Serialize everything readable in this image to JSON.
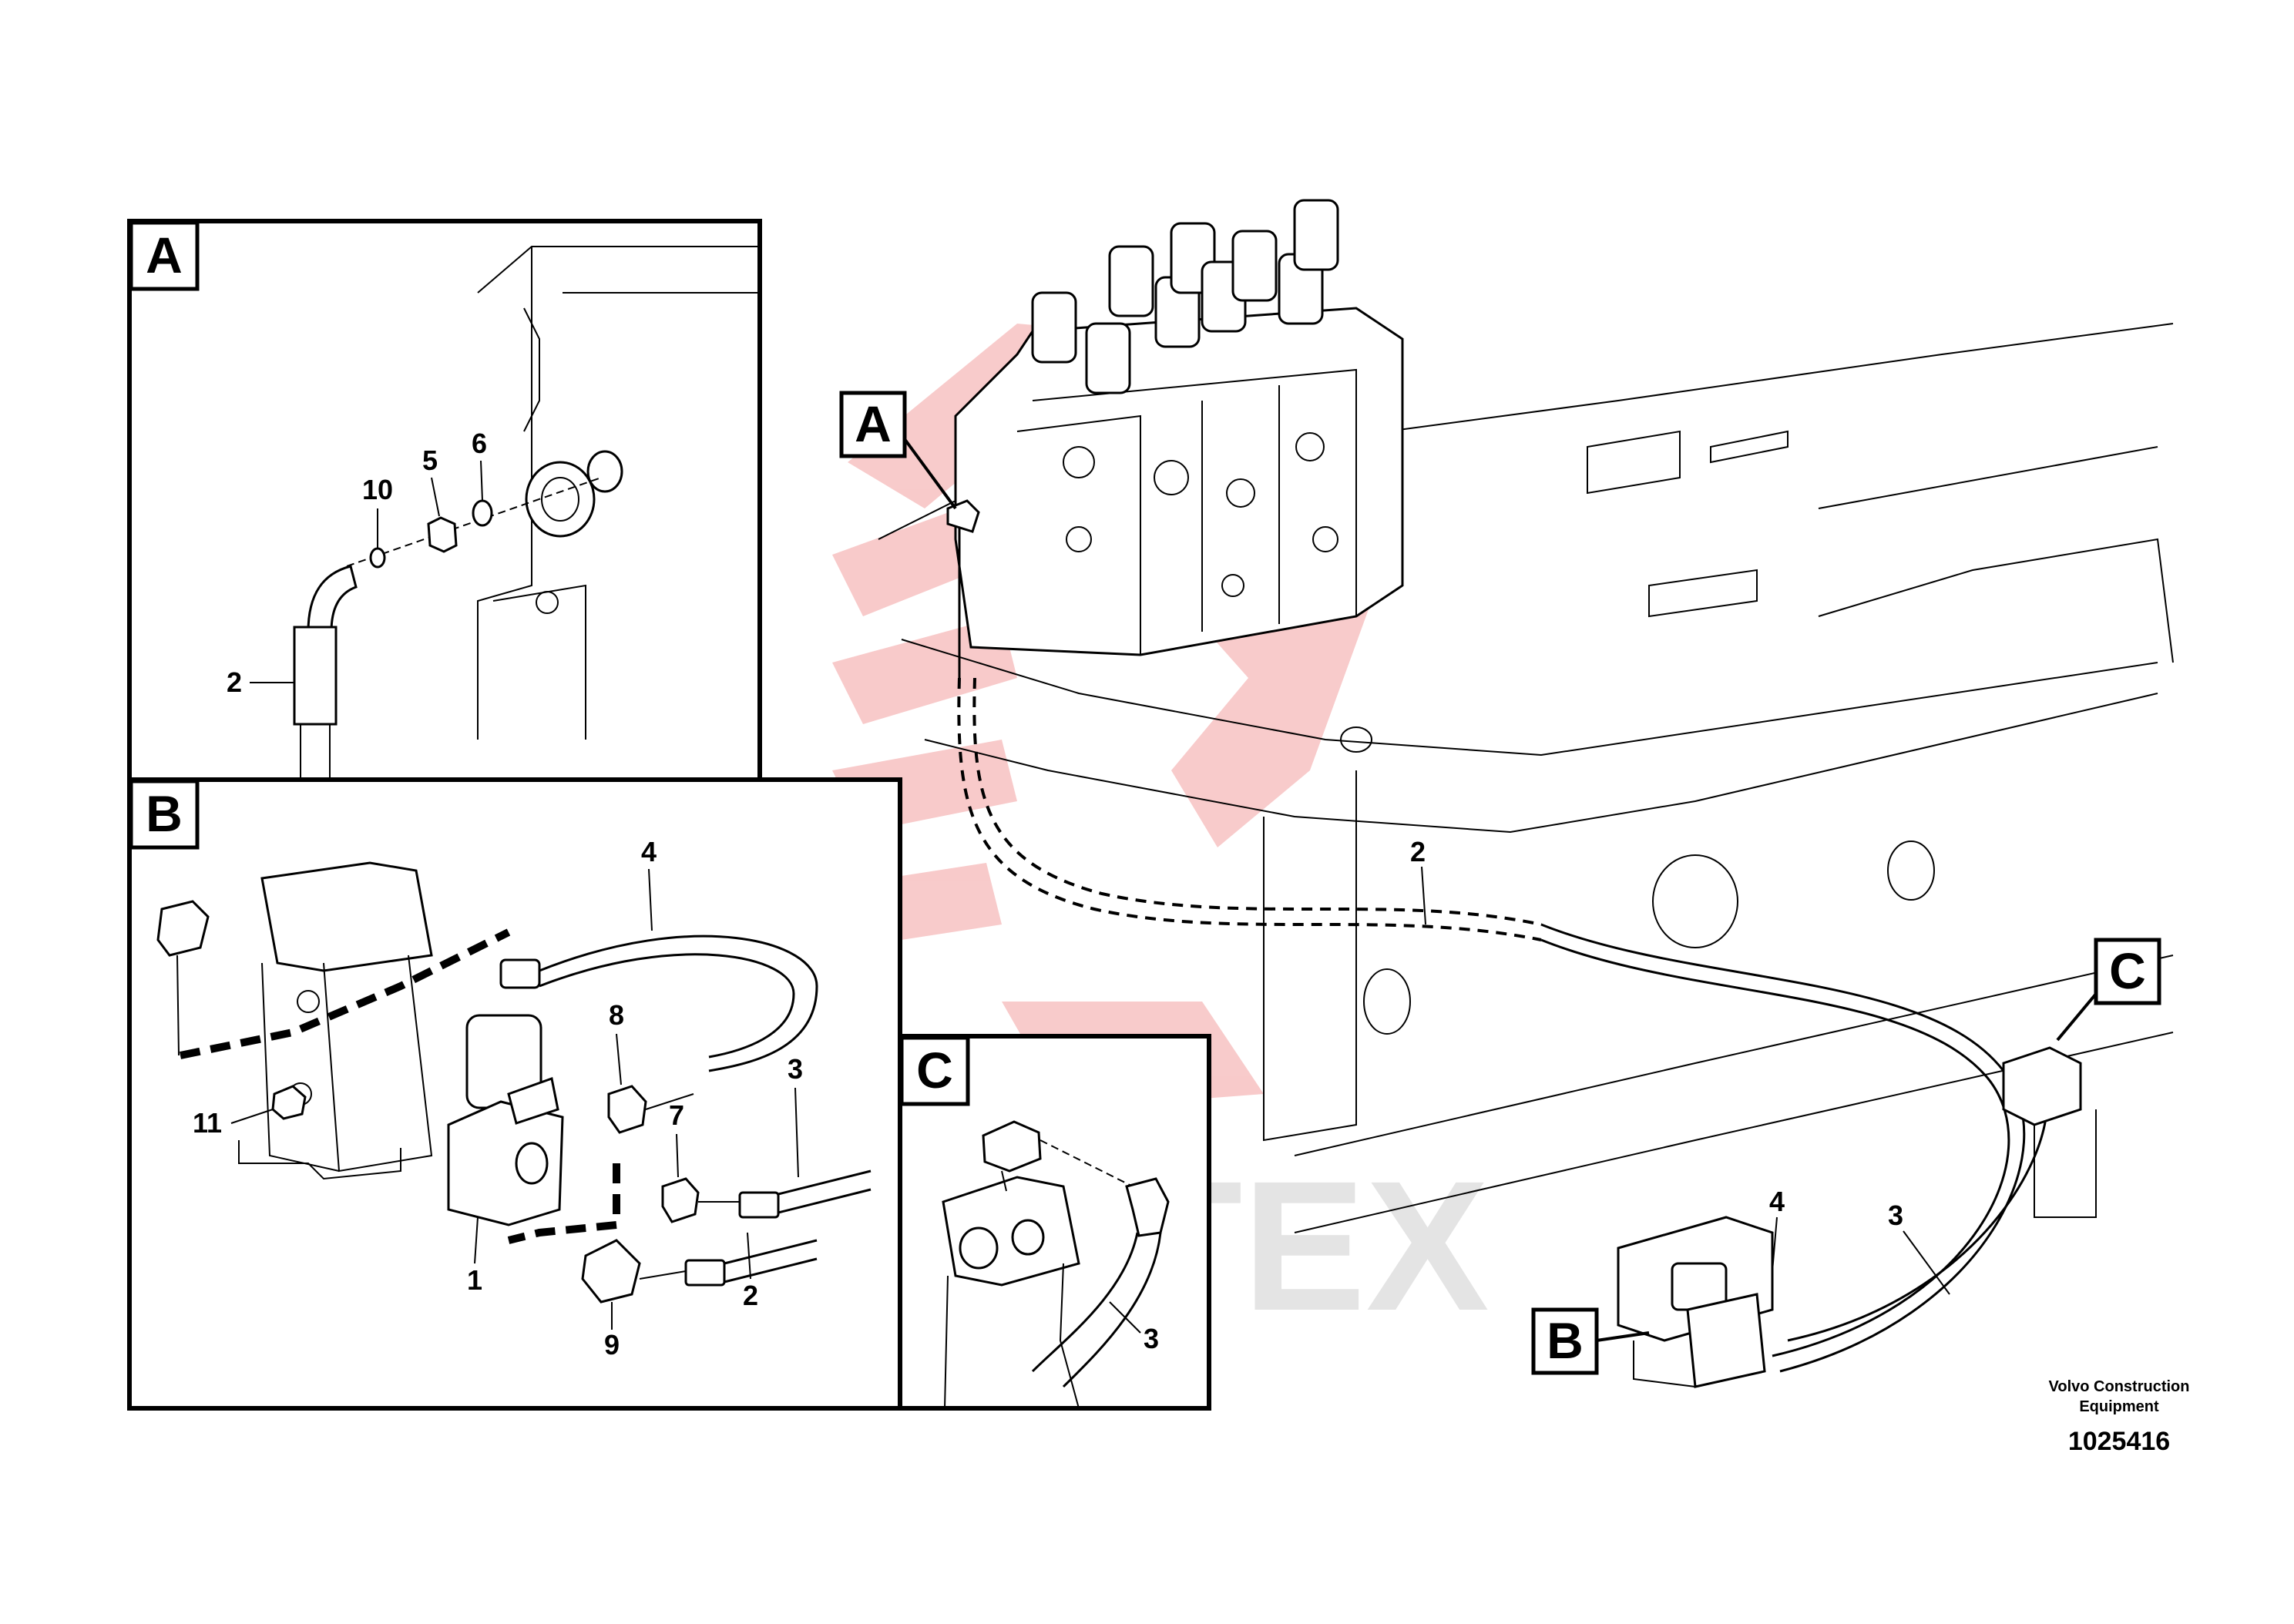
{
  "credit": {
    "line1": "Volvo Construction",
    "line2": "Equipment",
    "drawing_number": "1025416"
  },
  "watermark": {
    "text": "ИНТЕХ",
    "logo_color": "#f3a0a0",
    "text_color": "#cfcfcf"
  },
  "details": {
    "A": {
      "letter": "A",
      "labels": [
        "10",
        "5",
        "6",
        "2"
      ]
    },
    "B": {
      "letter": "B",
      "labels": [
        "4",
        "8",
        "7",
        "3",
        "11",
        "1",
        "9",
        "2"
      ]
    },
    "C": {
      "letter": "C",
      "labels": [
        "3"
      ]
    }
  },
  "main": {
    "callouts": [
      "A",
      "C",
      "B"
    ],
    "labels": [
      "2",
      "4",
      "3"
    ]
  }
}
